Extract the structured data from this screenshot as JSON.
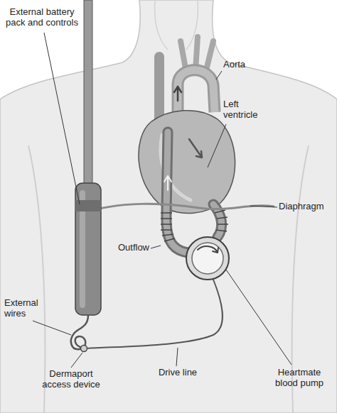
{
  "diagram": {
    "labels": [
      "External battery pack and controls",
      "Aorta",
      "Left ventricle",
      "Diaphragm",
      "Outflow",
      "External wires",
      "Dermaport access device",
      "Drive line",
      "Heartmate blood pump"
    ]
  }
}
